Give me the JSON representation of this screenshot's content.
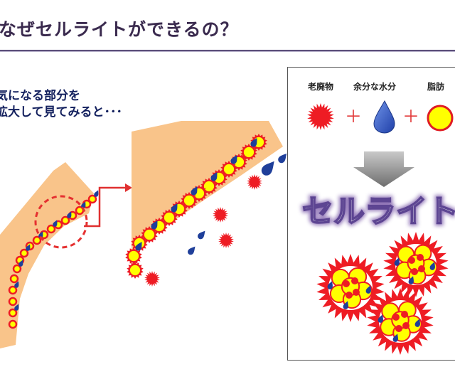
{
  "title": "なぜセルライトができるの？",
  "caption": {
    "line1": "気になる部分を",
    "line2": "拡大して見てみると･･･"
  },
  "legend": {
    "waste": "老廃物",
    "water": "余分な水分",
    "fat": "脂肪"
  },
  "result_label": "セルライト",
  "colors": {
    "skin": "#f9c48a",
    "fat": "#ffff00",
    "waste": "#ee1c24",
    "water": "#1f3f9a",
    "arrow": "#e03030",
    "title": "#3a2a4e"
  }
}
